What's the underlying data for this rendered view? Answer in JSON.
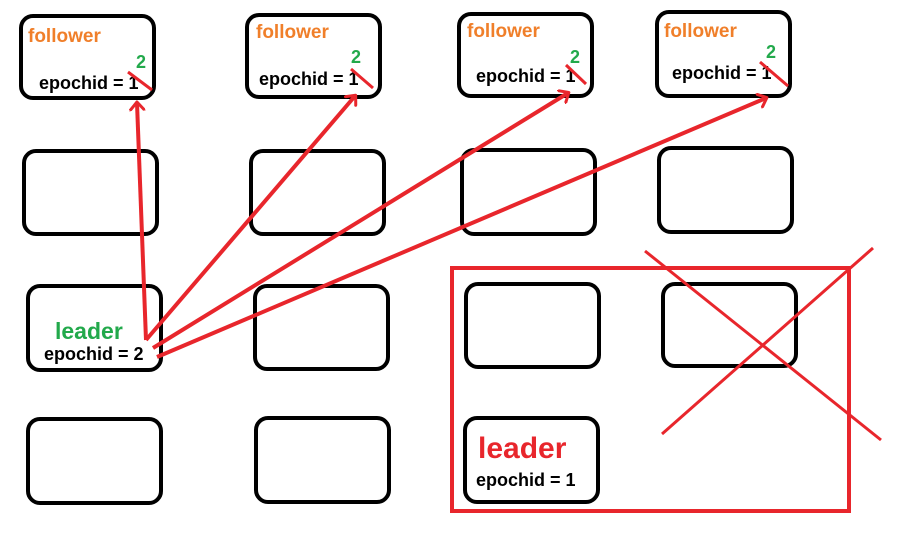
{
  "followers": [
    {
      "role": "follower",
      "epoch_text": "epochid = 1",
      "new_epoch": "2"
    },
    {
      "role": "follower",
      "epoch_text": "epochid = 1",
      "new_epoch": "2"
    },
    {
      "role": "follower",
      "epoch_text": "epochid = 1",
      "new_epoch": "2"
    },
    {
      "role": "follower",
      "epoch_text": "epochid = 1",
      "new_epoch": "2"
    }
  ],
  "new_leader": {
    "role": "leader",
    "epoch_text": "epochid = 2"
  },
  "old_leader": {
    "role": "leader",
    "epoch_text": "epochid = 1"
  },
  "colors": {
    "box_border": "#000000",
    "follower_text": "#f07f2a",
    "new_leader_text": "#22a94b",
    "new_epoch_digit": "#22a94b",
    "arrow": "#e8262c",
    "partition": "#e8262c",
    "old_leader_text": "#e8262c",
    "strike": "#e8262c"
  }
}
